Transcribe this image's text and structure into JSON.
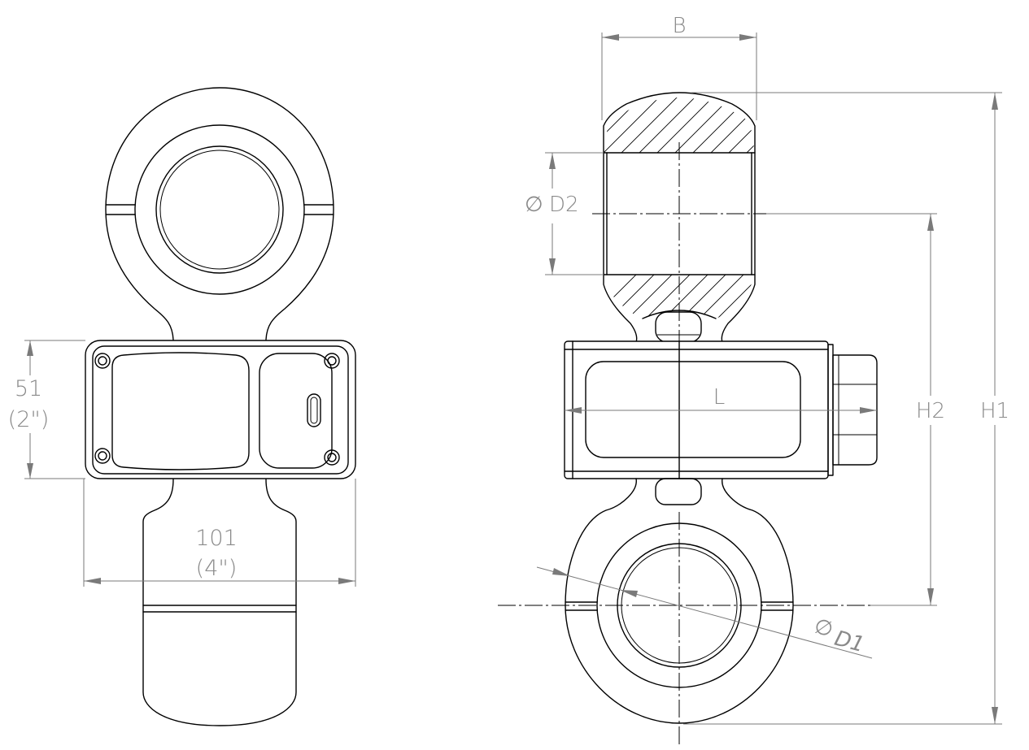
{
  "front_view": {
    "height_dim": {
      "value": "51",
      "imperial": "(2\")"
    },
    "width_dim": {
      "value": "101",
      "imperial": "(4\")"
    }
  },
  "side_view": {
    "labels": {
      "b": "B",
      "d2": "D2",
      "d1": "D1",
      "l": "L",
      "h1": "H1",
      "h2": "H2"
    },
    "diameter_symbol": "∅"
  },
  "colors": {
    "outline": "#000000",
    "dimension": "#7a7a7a",
    "label": "#8a8a8a"
  }
}
